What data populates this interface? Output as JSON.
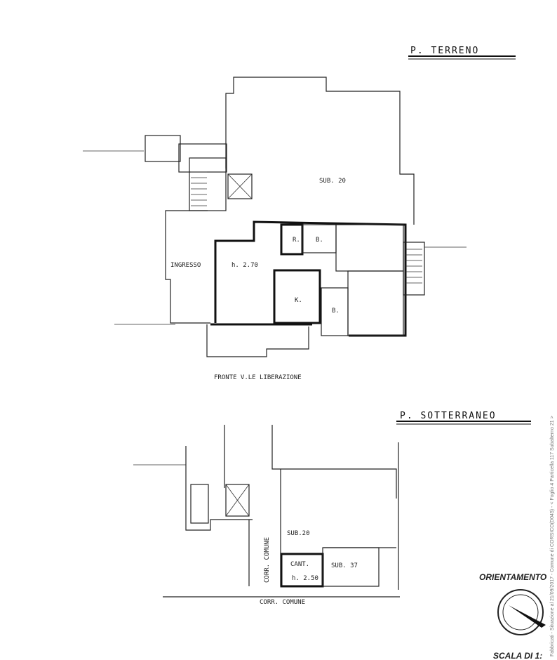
{
  "ground_floor": {
    "title": "P. TERRENO",
    "labels": {
      "sub20": "SUB. 20",
      "ingresso": "INGRESSO",
      "height": "h. 2.70",
      "ripostiglio": "R.",
      "bath1": "B.",
      "kitchen": "K.",
      "bath2": "B."
    },
    "front": "FRONTE V.LE LIBERAZIONE"
  },
  "basement": {
    "title": "P. SOTTERRANEO",
    "labels": {
      "corridor_vertical": "CORR. COMUNE",
      "corridor_horizontal": "CORR. COMUNE",
      "sub20": "SUB.20",
      "cellar": "CANT.",
      "cellar_height": "h. 2.50",
      "sub37": "SUB. 37"
    }
  },
  "orientation_label": "ORIENTAMENTO",
  "scale_label": "SCALA DI 1:",
  "side_note": "Fabbricati - Situazione al 21/09/2017 - Comune di CORSICO(D045) - < Foglio 4 Particella 117 Subalterno 21 >"
}
